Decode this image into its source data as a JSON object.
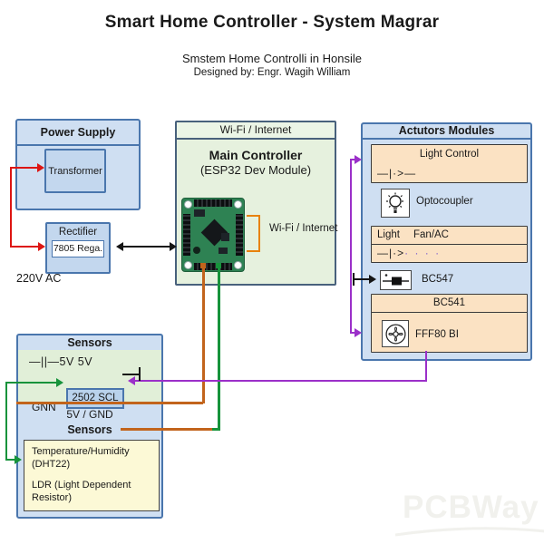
{
  "title": "Smart Home Controller - System Magrar",
  "subtitle": "Smstem Home Controlli in Honsile",
  "byline": "Designed by: Engr. Wagih William",
  "power_supply": {
    "header": "Power Supply",
    "transformer": "Transformer",
    "rectifier": "Rectifier",
    "regulator": "7805 Rega.",
    "mains": "220V AC"
  },
  "controller": {
    "header": "Wi-Fi / Internet",
    "title": "Main Controller",
    "subtitle": "(ESP32 Dev Module)",
    "wifi_label": "Wi-Fi / Internet"
  },
  "actuators": {
    "header": "Actutors Modules",
    "light_control": "Light Control",
    "diode_symbol": "—|·>—",
    "optocoupler_label": "Optocoupler",
    "light_label": "Light",
    "fan_ac_label": "Fan/AC",
    "diode_symbol2": "—|·>",
    "diode_dots": "· · · ·",
    "bc547_label": "BC547",
    "bc541_label": "BC541",
    "fff80_label": "FFF80 BI",
    "icons": [
      "optocoupler-bulb-icon",
      "transistor-icon",
      "fan-icon"
    ]
  },
  "sensors": {
    "header": "Sensors",
    "rail_symbol": "—||—5V 5V",
    "scl_box": "2502 SCL",
    "gnd_label": "GNN",
    "rail2": "5V / GND",
    "subheader": "Sensors",
    "sensor1_line1": "Temperature/Humidity",
    "sensor1_line2": "(DHT22)",
    "sensor2_line1": "LDR (Light Dependent",
    "sensor2_line2": "Resistor)"
  },
  "watermark": "PCBWay",
  "colors": {
    "box_blue_fill": "#cfdff2",
    "box_blue_inner": "#c3d7ee",
    "box_border_blue": "#4a76ad",
    "controller_green": "#e6f1de",
    "actuator_orange": "#fbe2c3",
    "sensor_yellow": "#fcf9d6",
    "wire_red": "#dd1512",
    "wire_black": "#151515",
    "wire_orange": "#c2641c",
    "wire_bracket_orange": "#e8820c",
    "wire_green": "#17933b",
    "wire_purple": "#9b30c9",
    "pcb_green": "#2e8253"
  }
}
